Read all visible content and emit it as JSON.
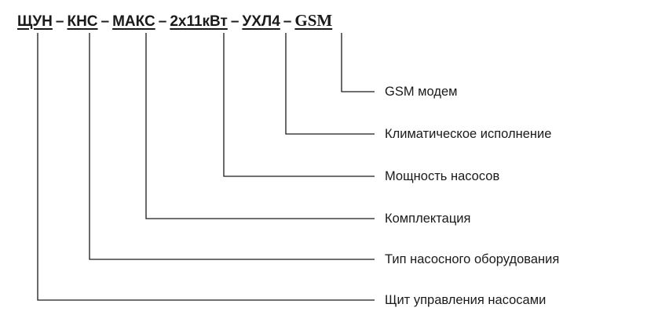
{
  "code": {
    "parts": [
      "ЩУН",
      "КНС",
      "МАКС",
      "2х11кВт",
      "УХЛ4",
      "GSM"
    ],
    "separator": "–"
  },
  "legend": [
    "GSM модем",
    "Климатическое исполнение",
    "Мощность насосов",
    "Комплектация",
    "Тип насосного оборудования",
    "Щит управления насосами"
  ]
}
